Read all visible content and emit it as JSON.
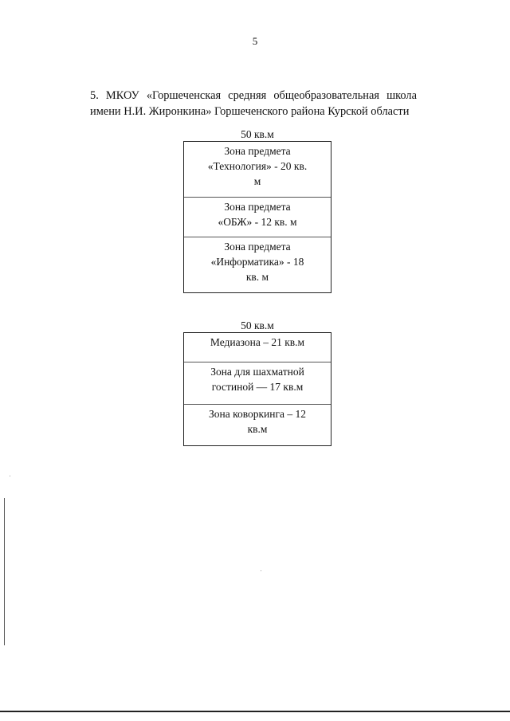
{
  "page": {
    "number": "5",
    "heading": "5. МКОУ «Горшеченская средняя общеобразовательная школа имени Н.И. Жиронкина» Горшеченского района Курской области"
  },
  "plan1": {
    "area": "50 кв.м",
    "zones": [
      "Зона предмета «Технология» - 20 кв. м",
      "Зона предмета «ОБЖ» - 12 кв. м",
      "Зона предмета «Информатика» - 18 кв. м"
    ]
  },
  "plan2": {
    "area": "50 кв.м",
    "zones": [
      "Медиазона – 21 кв.м",
      "Зона для шахматной гостиной — 17 кв.м",
      "Зона коворкинга – 12 кв.м"
    ]
  }
}
